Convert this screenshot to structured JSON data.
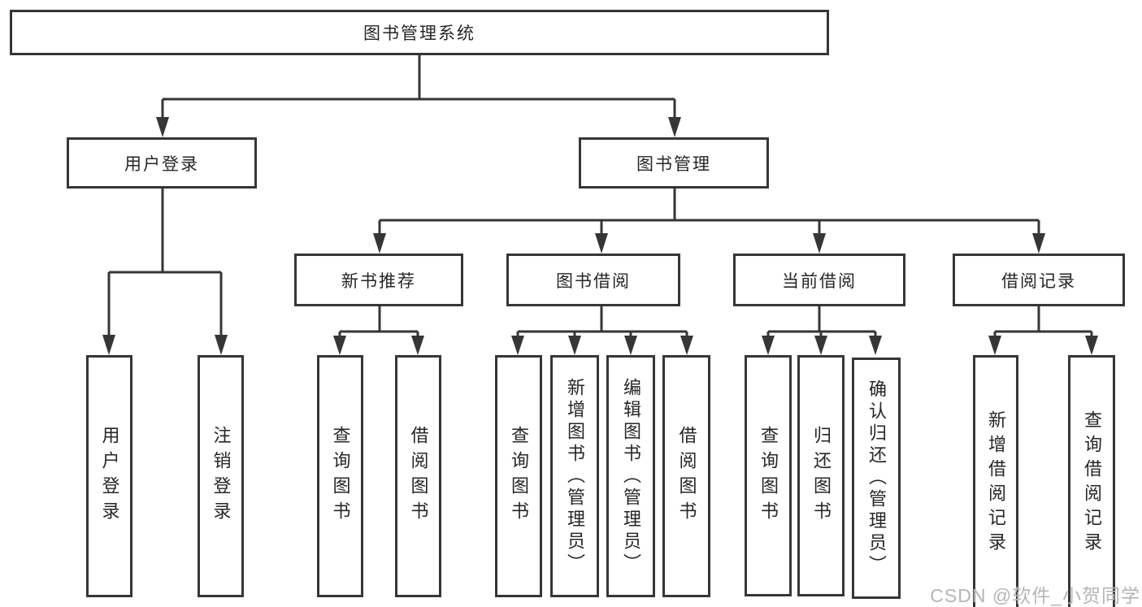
{
  "diagram": {
    "type": "hierarchy",
    "colors": {
      "line": "#363636",
      "text": "#262626",
      "background": "#ffffff",
      "watermark": "#b5b5b5"
    },
    "tree": {
      "label": "图书管理系统",
      "children": [
        {
          "label": "用户登录",
          "children": [
            {
              "label": "用户登录"
            },
            {
              "label": "注销登录"
            }
          ]
        },
        {
          "label": "图书管理",
          "children": [
            {
              "label": "新书推荐",
              "children": [
                {
                  "label": "查询图书"
                },
                {
                  "label": "借阅图书"
                }
              ]
            },
            {
              "label": "图书借阅",
              "children": [
                {
                  "label": "查询图书"
                },
                {
                  "label": "新增图书（管理员）"
                },
                {
                  "label": "编辑图书（管理员）"
                },
                {
                  "label": "借阅图书"
                }
              ]
            },
            {
              "label": "当前借阅",
              "children": [
                {
                  "label": "查询图书"
                },
                {
                  "label": "归还图书"
                },
                {
                  "label": "确认归还（管理员）"
                }
              ]
            },
            {
              "label": "借阅记录",
              "children": [
                {
                  "label": "新增借阅记录"
                },
                {
                  "label": "查询借阅记录"
                }
              ]
            }
          ]
        }
      ]
    },
    "watermark": "CSDN @软件_小贺同学"
  }
}
